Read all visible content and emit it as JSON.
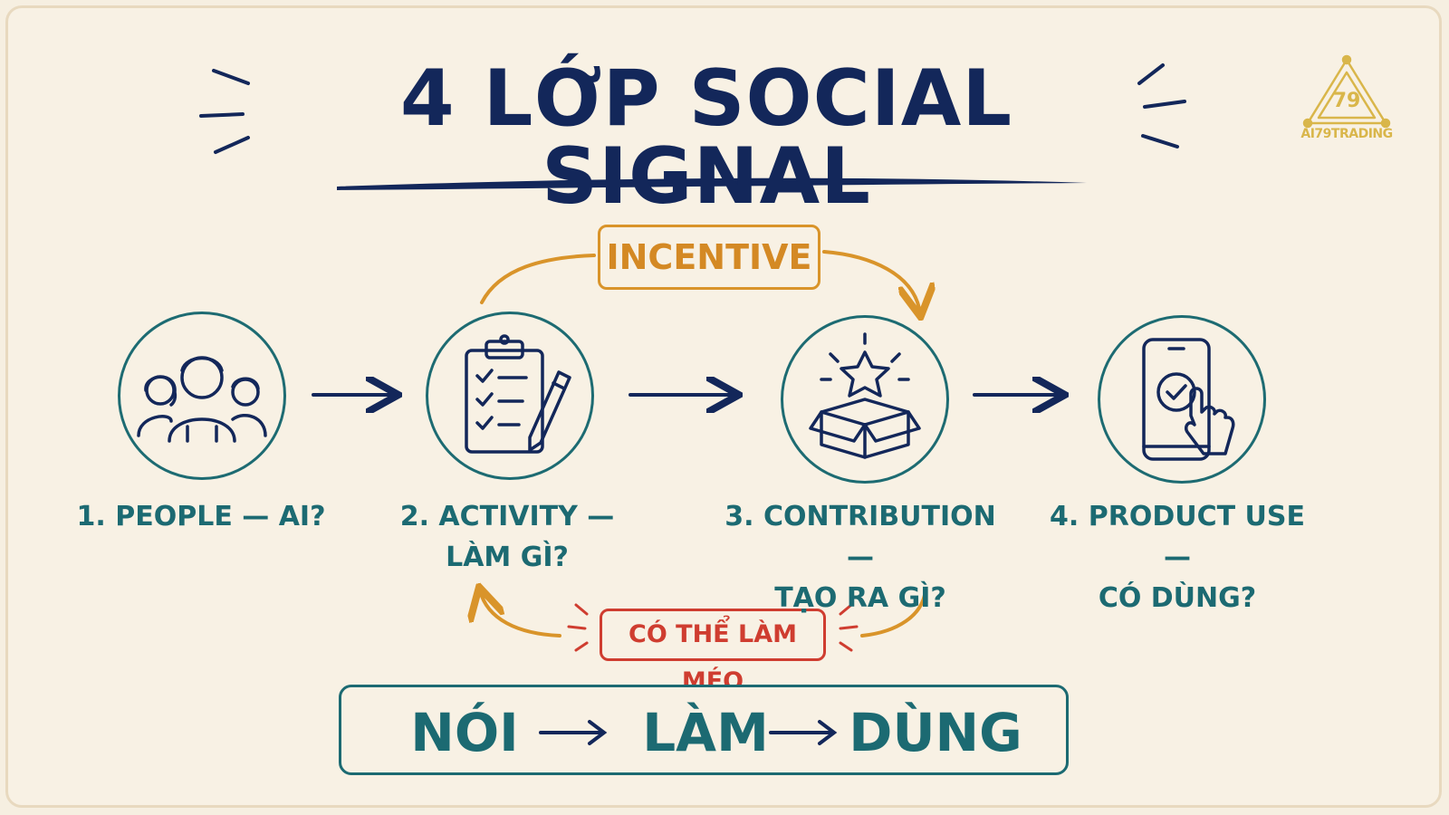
{
  "title": "4 LỚP SOCIAL SIGNAL",
  "logo": {
    "mark": "79",
    "name": "AI79TRADING"
  },
  "steps": [
    {
      "line1": "1. PEOPLE — AI?",
      "line2": "",
      "icon": "people-icon"
    },
    {
      "line1": "2. ACTIVITY —",
      "line2": "LÀM GÌ?",
      "icon": "clipboard-checklist-icon"
    },
    {
      "line1": "3. CONTRIBUTION —",
      "line2": "TẠO RA GÌ?",
      "icon": "box-star-icon"
    },
    {
      "line1": "4. PRODUCT USE —",
      "line2": "CÓ DÙNG?",
      "icon": "phone-tap-icon"
    }
  ],
  "incentive_label": "INCENTIVE",
  "distort_label": "CÓ THỂ LÀM MÉO",
  "summary": {
    "words": [
      "NÓI",
      "LÀM",
      "DÙNG"
    ]
  },
  "colors": {
    "background": "#f8f1e4",
    "title": "#13275a",
    "teal": "#1c6a72",
    "incentive": "#d9942a",
    "distort": "#cf3d30",
    "logo": "#d9b64a"
  }
}
